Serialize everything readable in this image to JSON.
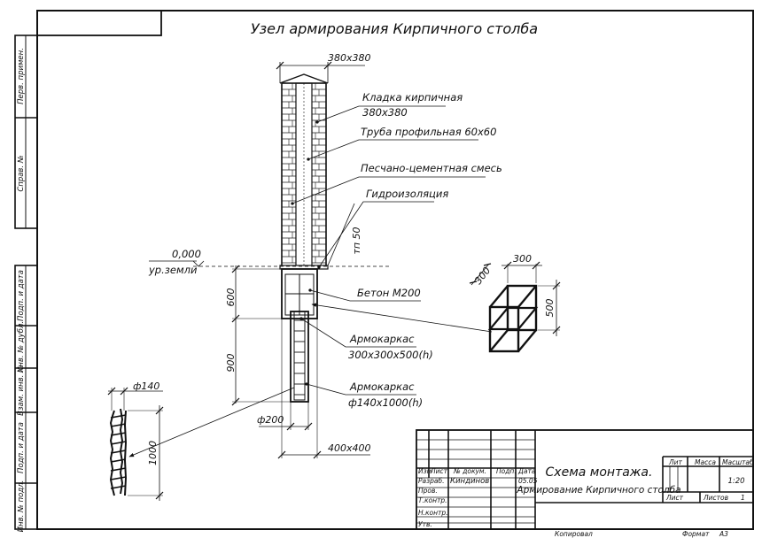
{
  "drawing": {
    "title": "Узел армирования Кирпичного столба",
    "top_dimension": "380х380",
    "callouts": {
      "masonry_line1": "Кладка кирпичная",
      "masonry_line2": "380х380",
      "pipe": "Труба профильная 60х60",
      "mortar": "Песчано-цементная смесь",
      "waterproofing": "Гидроизоляция",
      "waterproofing_thickness": "тп 50",
      "concrete": "Бетон М200",
      "cage1_line1": "Армокаркас",
      "cage1_line2": "300х300х500(h)",
      "cage2_line1": "Армокаркас",
      "cage2_line2": "ф140х1000(h)"
    },
    "level_mark": "0,000",
    "ground_label": "ур.земли",
    "dims": {
      "footing_height": "600",
      "pile_height": "900",
      "pile_diameter": "ф200",
      "footing_size": "400х400",
      "cage_width": "300",
      "cage_depth": "300",
      "cage_height": "500",
      "small_cage_diameter": "ф140",
      "small_cage_height": "1000"
    }
  },
  "side_stamp": [
    "Перв. примен.",
    "Справ. №",
    "Подп. и дата",
    "Инв. № дубл.",
    "Взам. инв. №",
    "Подп. и дата",
    "Инв. № подл."
  ],
  "title_block": {
    "headers": [
      "Изм",
      "Лист",
      "№ докум.",
      "Подп.",
      "Дата"
    ],
    "rows": [
      {
        "label": "Разраб.",
        "name": "Киндинов",
        "date": "05.05"
      },
      {
        "label": "Пров.",
        "name": "",
        "date": ""
      },
      {
        "label": "Т.контр.",
        "name": "",
        "date": ""
      },
      {
        "label": "Н.контр.",
        "name": "",
        "date": ""
      },
      {
        "label": "Утв.",
        "name": "",
        "date": ""
      }
    ],
    "doc_title": "Схема монтажа.",
    "doc_subtitle": "Армирование Кирпичного столба",
    "col_lit": "Лит",
    "col_mass": "Масса",
    "col_scale": "Масштаб",
    "scale_value": "1:20",
    "sheet_label": "Лист",
    "sheets_label": "Листов",
    "sheets_value": "1",
    "copied": "Копировал",
    "format_label": "Формат",
    "format_value": "А3"
  }
}
